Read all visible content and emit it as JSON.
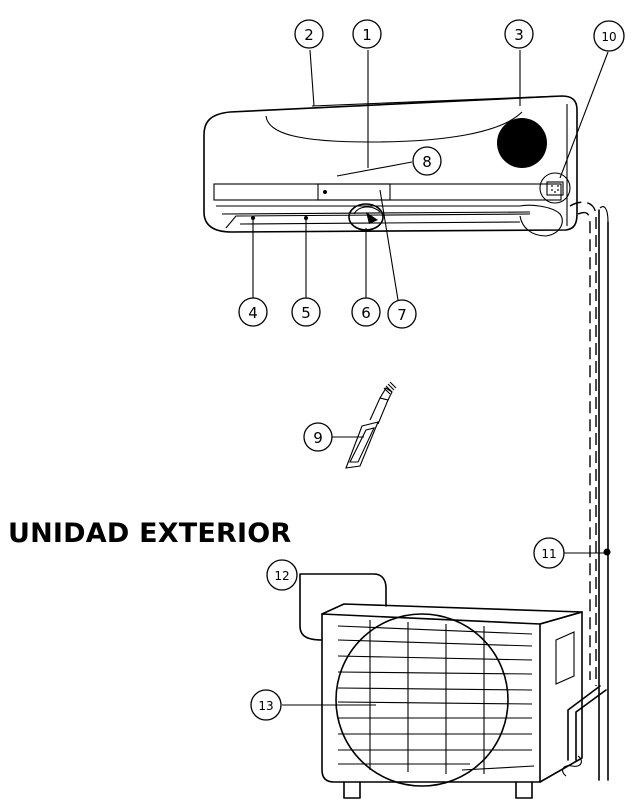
{
  "heading": "UNIDAD EXTERIOR",
  "callouts": [
    "1",
    "2",
    "3",
    "4",
    "5",
    "6",
    "7",
    "8",
    "9",
    "10",
    "11",
    "12",
    "13"
  ]
}
